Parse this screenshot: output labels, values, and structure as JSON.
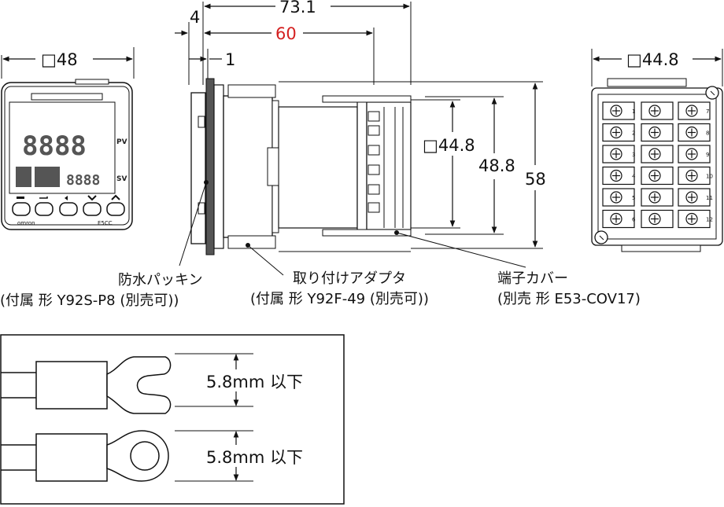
{
  "dimensions": {
    "overall_depth": "73.1",
    "adapter_depth": "60",
    "gasket_offset": "4",
    "panel_gap": "1",
    "front_width": "□48",
    "rear_width": "□44.8",
    "side_square": "□44.8",
    "side_height_inner": "48.8",
    "side_height_outer": "58"
  },
  "front_panel": {
    "pv_label": "PV",
    "sv_label": "SV",
    "brand": "omron",
    "model": "E5CC"
  },
  "terminals": {
    "left_column": [
      "1",
      "2",
      "3",
      "4",
      "5",
      "6"
    ],
    "right_column": [
      "7",
      "8",
      "9",
      "10",
      "11",
      "12"
    ]
  },
  "callouts": {
    "gasket": {
      "name": "防水パッキン",
      "detail": "(付属 形 Y92S-P8 (別売可))"
    },
    "adapter": {
      "name": "取り付けアダプタ",
      "detail": "(付属 形 Y92F-49 (別売可))"
    },
    "cover": {
      "name": "端子カバー",
      "detail": "(別売 形 E53-COV17)"
    }
  },
  "crimp": {
    "fork_width": "5.8mm 以下",
    "ring_width": "5.8mm 以下"
  },
  "colors": {
    "line": "#111111",
    "highlight": "#d42020"
  }
}
